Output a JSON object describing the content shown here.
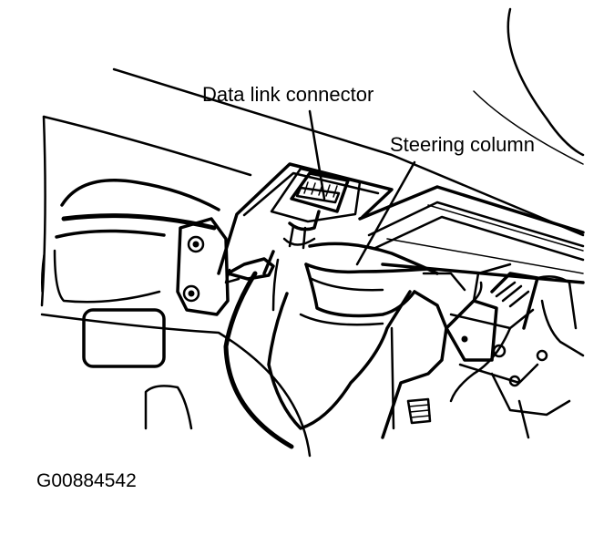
{
  "labels": {
    "data_link_connector": "Data link connector",
    "steering_column": "Steering column",
    "figure_code": "G00884542"
  },
  "colors": {
    "line": "#000000",
    "background": "#ffffff"
  }
}
